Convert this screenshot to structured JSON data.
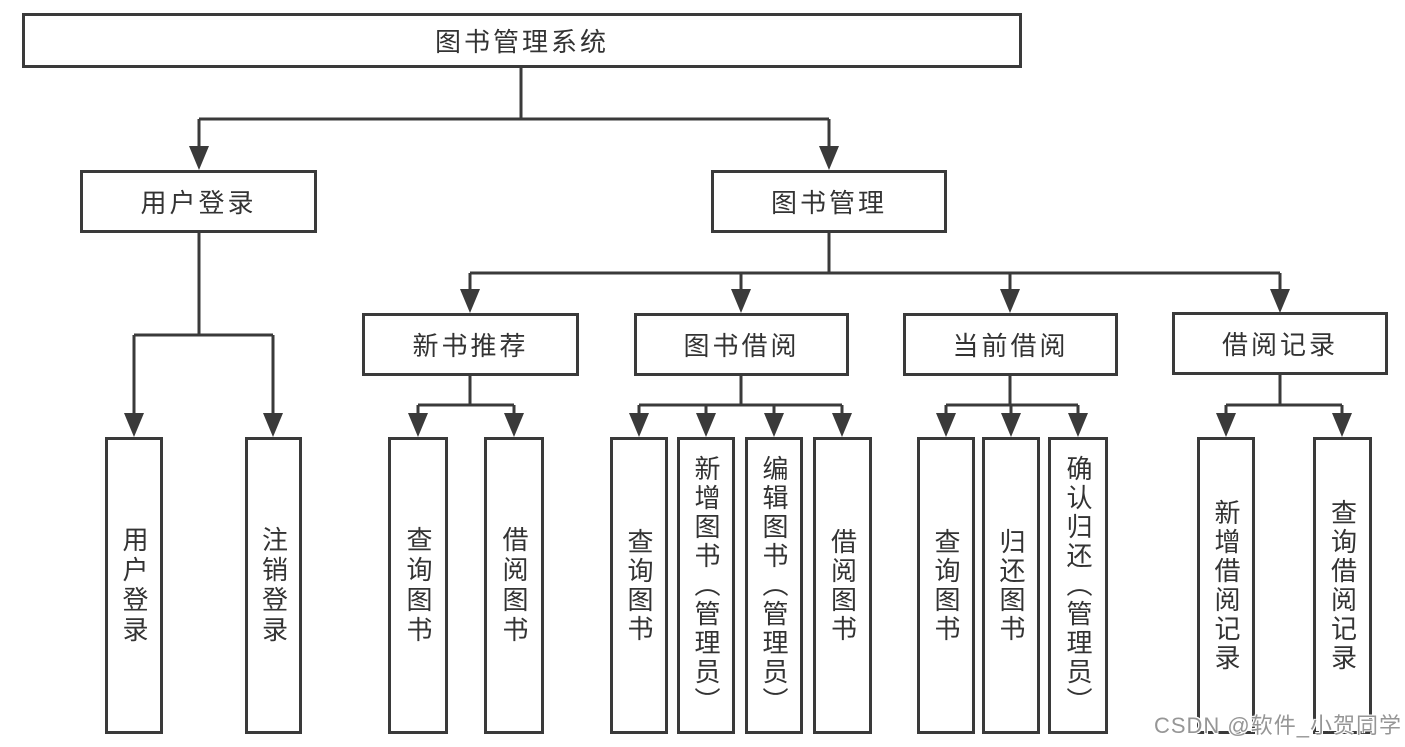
{
  "diagram": {
    "root": {
      "label": "图书管理系统"
    },
    "branches": [
      {
        "label": "用户登录",
        "children": [
          {
            "label": "用户登录"
          },
          {
            "label": "注销登录"
          }
        ]
      },
      {
        "label": "图书管理",
        "children": [
          {
            "label": "新书推荐",
            "children": [
              {
                "label": "查询图书"
              },
              {
                "label": "借阅图书"
              }
            ]
          },
          {
            "label": "图书借阅",
            "children": [
              {
                "label": "查询图书"
              },
              {
                "label": "新增图书（管理员）"
              },
              {
                "label": "编辑图书（管理员）"
              },
              {
                "label": "借阅图书"
              }
            ]
          },
          {
            "label": "当前借阅",
            "children": [
              {
                "label": "查询图书"
              },
              {
                "label": "归还图书"
              },
              {
                "label": "确认归还（管理员）"
              }
            ]
          },
          {
            "label": "借阅记录",
            "children": [
              {
                "label": "新增借阅记录"
              },
              {
                "label": "查询借阅记录"
              }
            ]
          }
        ]
      }
    ]
  },
  "watermark": {
    "text": "CSDN @软件_小贺同学"
  },
  "colors": {
    "line": "#3a3a3a",
    "text": "#333333",
    "background": "#ffffff",
    "watermark": "#969696"
  }
}
